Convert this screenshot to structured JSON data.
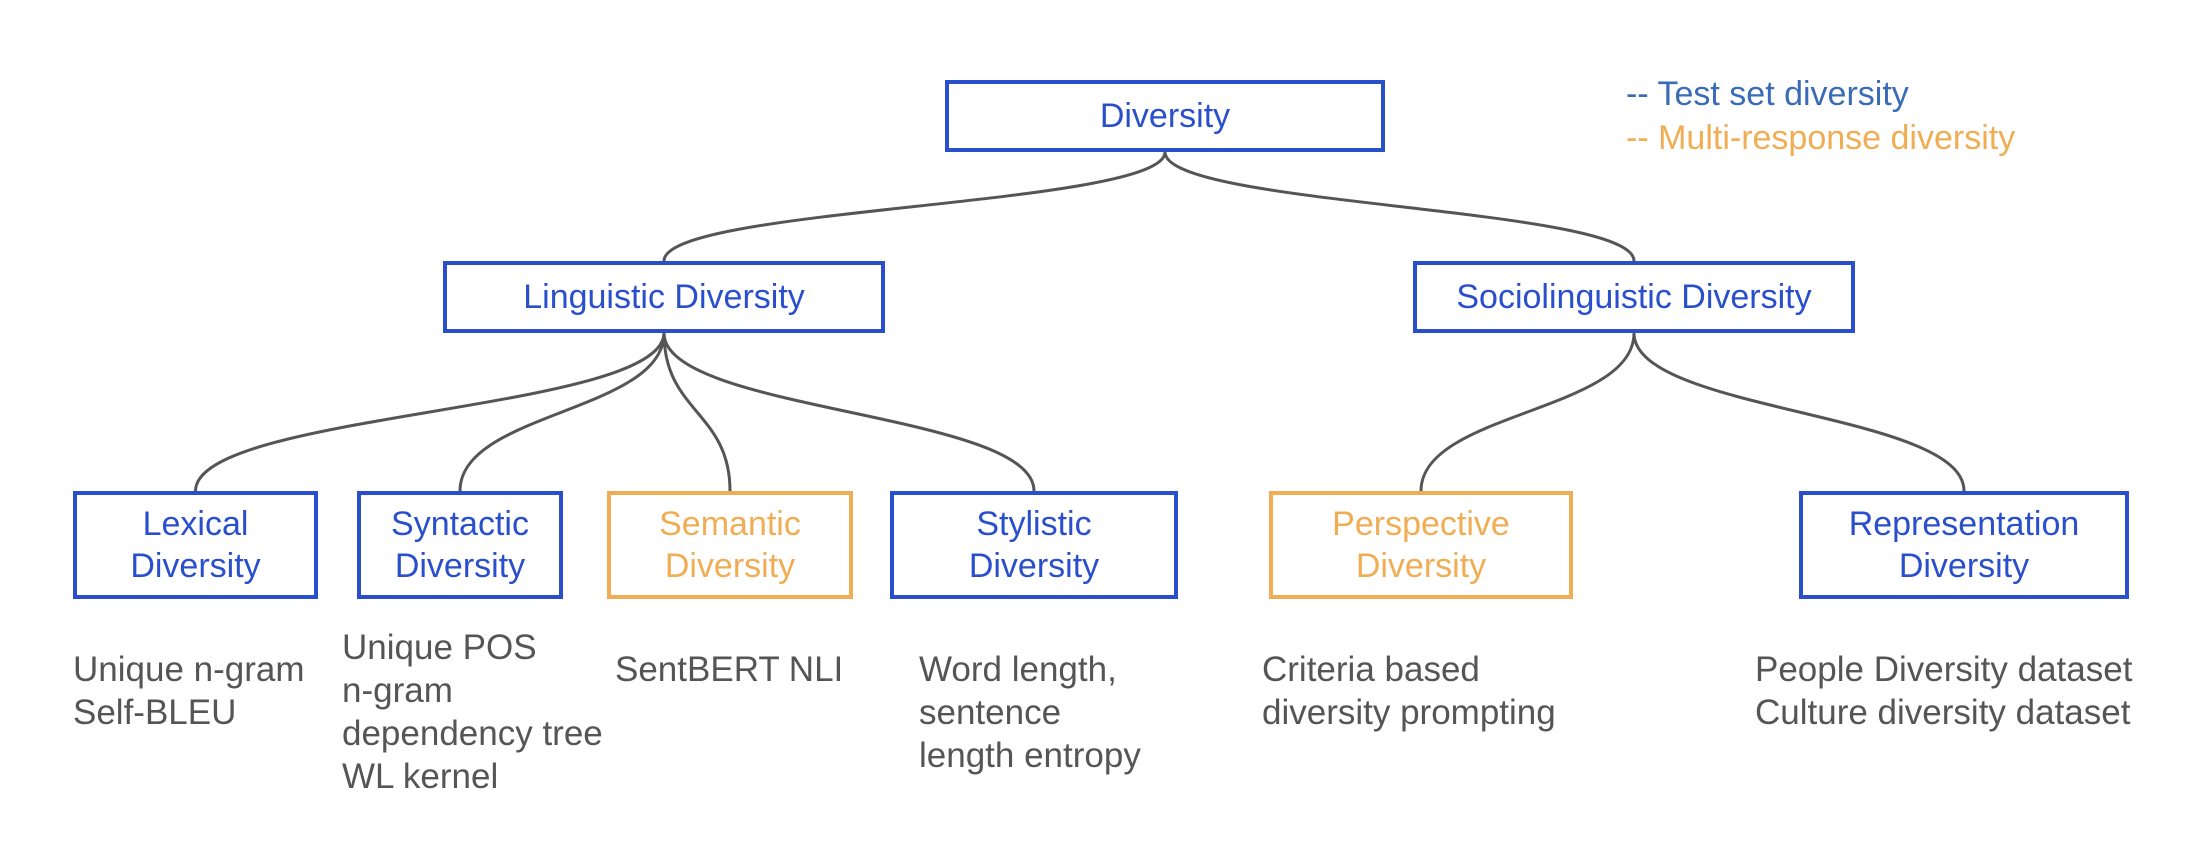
{
  "legend": {
    "test_set": {
      "text": "-- Test set diversity",
      "color": "#3a6bb8"
    },
    "multi_response": {
      "text": "-- Multi-response diversity",
      "color": "#f0ad53"
    }
  },
  "nodes": {
    "root": {
      "label": "Diversity",
      "category": "test-set"
    },
    "linguistic": {
      "label": "Linguistic Diversity",
      "category": "test-set"
    },
    "sociolinguistic": {
      "label": "Sociolinguistic Diversity",
      "category": "test-set"
    },
    "lexical": {
      "label": "Lexical\nDiversity",
      "category": "test-set"
    },
    "syntactic": {
      "label": "Syntactic\nDiversity",
      "category": "test-set"
    },
    "semantic": {
      "label": "Semantic\nDiversity",
      "category": "multi-response"
    },
    "stylistic": {
      "label": "Stylistic\nDiversity",
      "category": "test-set"
    },
    "perspective": {
      "label": "Perspective\nDiversity",
      "category": "multi-response"
    },
    "representation": {
      "label": "Representation\nDiversity",
      "category": "test-set"
    }
  },
  "metrics": {
    "lexical": "Unique n-gram\nSelf-BLEU",
    "syntactic": "Unique POS\nn-gram\ndependency tree\nWL kernel",
    "semantic": "SentBERT NLI",
    "stylistic": "Word length,\nsentence\nlength entropy",
    "perspective": "Criteria based\ndiversity prompting",
    "representation": "People Diversity dataset\nCulture diversity dataset"
  },
  "edges": [
    [
      "root",
      "linguistic"
    ],
    [
      "root",
      "sociolinguistic"
    ],
    [
      "linguistic",
      "lexical"
    ],
    [
      "linguistic",
      "syntactic"
    ],
    [
      "linguistic",
      "semantic"
    ],
    [
      "linguistic",
      "stylistic"
    ],
    [
      "sociolinguistic",
      "perspective"
    ],
    [
      "sociolinguistic",
      "representation"
    ]
  ],
  "colors": {
    "test_set": "#2a4fcc",
    "multi_response": "#f0ad53",
    "edge": "#555555",
    "metric_text": "#555555"
  }
}
